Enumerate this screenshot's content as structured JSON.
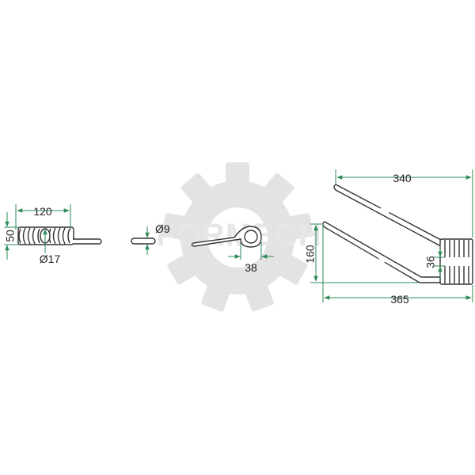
{
  "watermark": {
    "text": "FORMECH",
    "color": "#e3e3e3"
  },
  "colors": {
    "line": "#333333",
    "dimension": "#2e8b57",
    "fill": "#ffffff"
  },
  "coil_view": {
    "width": "120",
    "height": "50",
    "wire_diameter": "Ø17"
  },
  "wire_view": {
    "diameter": "Ø9"
  },
  "loop_view": {
    "loop_width": "38"
  },
  "tine_view": {
    "top_length": "340",
    "bottom_length": "365",
    "height": "160",
    "coil_gap": "36"
  }
}
